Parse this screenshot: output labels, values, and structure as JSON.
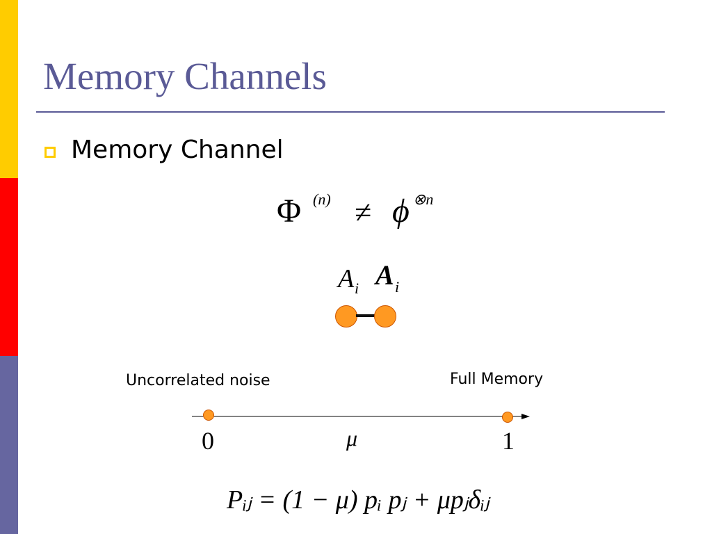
{
  "slide": {
    "title": "Memory Channels",
    "bullet": "Memory Channel",
    "colors": {
      "title": "#5a5a96",
      "bar_yellow": "#ffcc00",
      "bar_red": "#ff0000",
      "bar_purple": "#6666a0",
      "dot_fill": "#ff9922"
    }
  },
  "equation1": {
    "lhs": "Φ",
    "lhs_sup": "(n)",
    "relation": "≠",
    "rhs": "ϕ",
    "rhs_sup": "⊗n"
  },
  "operators": {
    "first": "A",
    "first_sub": "i",
    "second": "A",
    "second_sub": "i"
  },
  "scale": {
    "left_label": "Uncorrelated noise",
    "right_label": "Full Memory",
    "left_tick": "0",
    "right_tick": "1",
    "parameter": "μ"
  },
  "equation2": {
    "text": "Pᵢⱼ = (1 − μ) pᵢ pⱼ + μpⱼδᵢⱼ"
  }
}
